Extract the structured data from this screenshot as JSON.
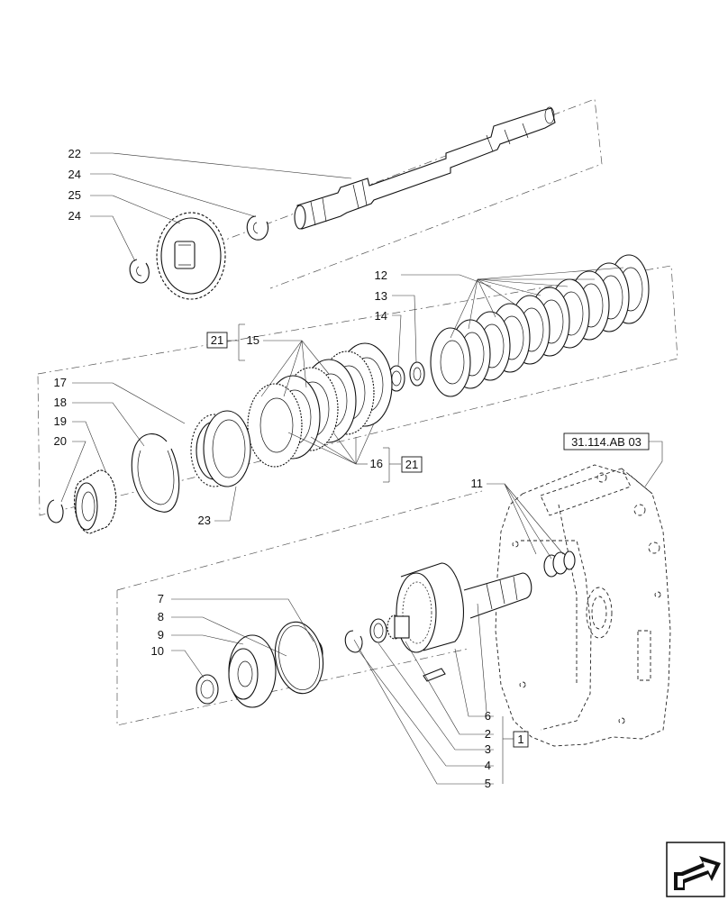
{
  "callouts": {
    "n1": "1",
    "n2": "2",
    "n3": "3",
    "n4": "4",
    "n5": "5",
    "n6": "6",
    "n7": "7",
    "n8": "8",
    "n9": "9",
    "n10": "10",
    "n11": "11",
    "n12": "12",
    "n13": "13",
    "n14": "14",
    "n15": "15",
    "n16": "16",
    "n17": "17",
    "n18": "18",
    "n19": "19",
    "n20": "20",
    "n21a": "21",
    "n21b": "21",
    "n22": "22",
    "n23": "23",
    "n24a": "24",
    "n24b": "24",
    "n25": "25"
  },
  "reference": "31.114.AB 03",
  "nav": {
    "icon": "next-page-arrow-icon"
  },
  "colors": {
    "line": "#111111",
    "background": "#ffffff"
  }
}
